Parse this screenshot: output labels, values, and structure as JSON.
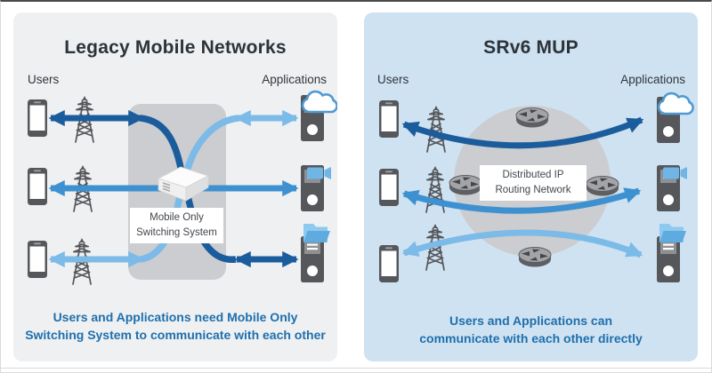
{
  "colors": {
    "panel_left_bg": "#eef0f2",
    "panel_right_bg": "#cfe2f1",
    "hub_gray": "#cbcdd0",
    "dark_blue": "#1b5c9d",
    "mid_blue": "#3e91d0",
    "light_blue": "#7cbae8",
    "caption_blue": "#1e6fad",
    "title_text": "#2c3339",
    "label_text": "#41464c",
    "device_gray": "#55575b",
    "tower_gray": "#54565a",
    "app_icon_blue": "#6fb5e6"
  },
  "left_panel": {
    "title": "Legacy Mobile Networks",
    "users_label": "Users",
    "applications_label": "Applications",
    "hub_label": "Mobile Only\nSwitching System",
    "caption": "Users and Applications need Mobile Only\nSwitching System to communicate with each other",
    "icons": {
      "hub": "switching-system-box-icon",
      "user_device": "smartphone-icon",
      "access": "transmission-tower-icon",
      "applications": [
        "cloud-icon",
        "video-camera-icon",
        "folder-icon"
      ]
    }
  },
  "right_panel": {
    "title": "SRv6 MUP",
    "users_label": "Users",
    "applications_label": "Applications",
    "hub_label": "Distributed IP\nRouting Network",
    "caption": "Users and Applications can\ncommunicate with each other directly",
    "icons": {
      "hub": "ip-router-icon",
      "user_device": "smartphone-icon",
      "access": "transmission-tower-icon",
      "applications": [
        "cloud-icon",
        "video-camera-icon",
        "folder-icon"
      ]
    }
  }
}
